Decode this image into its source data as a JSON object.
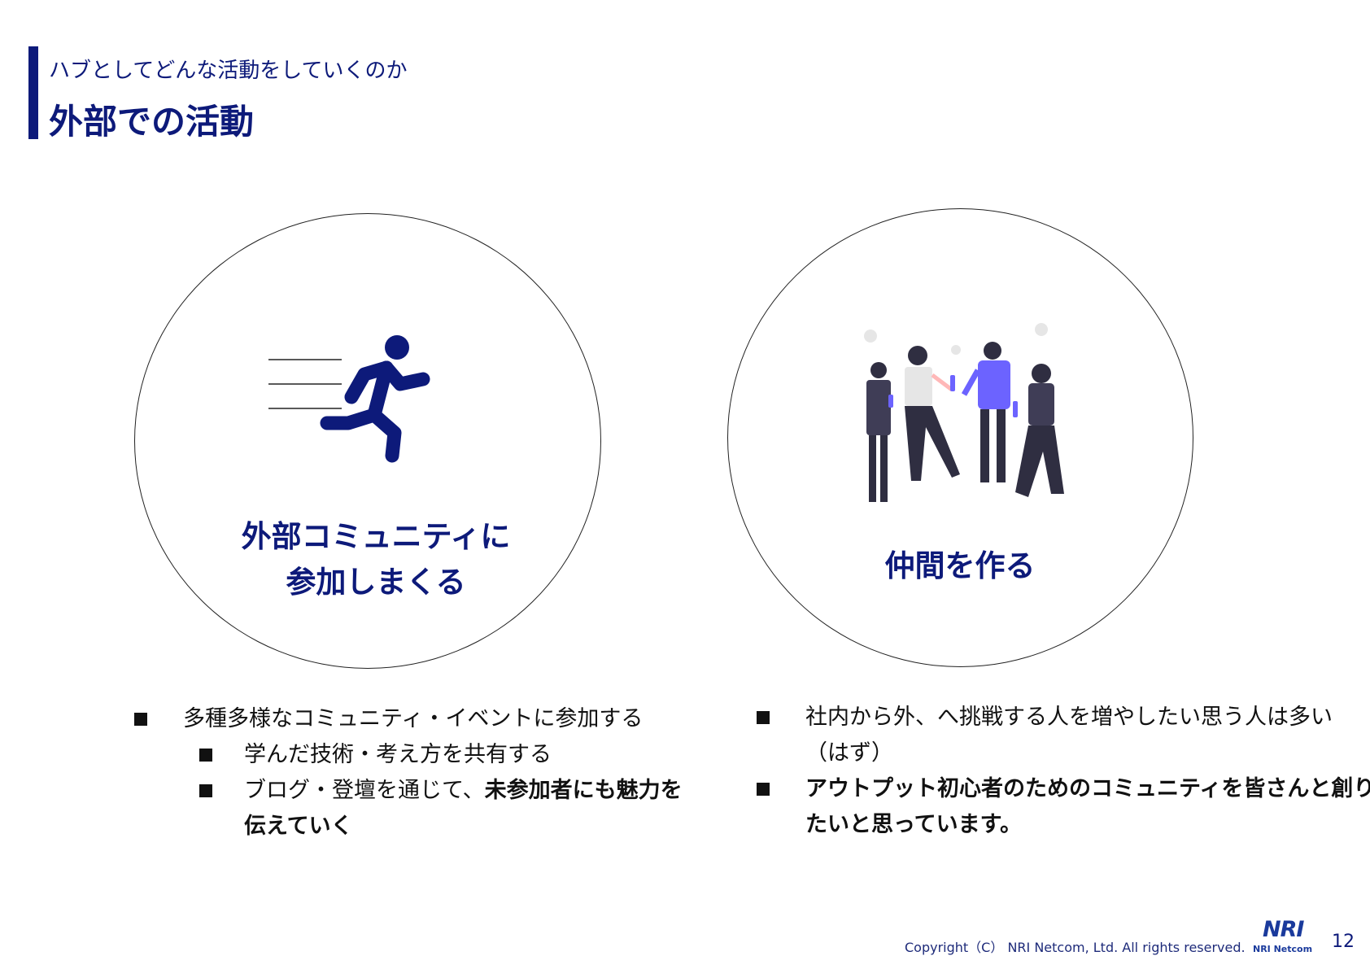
{
  "header": {
    "subtitle": "ハブとしてどんな活動をしていくのか",
    "title": "外部での活動"
  },
  "colors": {
    "accent": "#0d1a7a",
    "figure_purple": "#6c63ff",
    "figure_dark": "#2f2e41"
  },
  "left_circle": {
    "icon": "running-person-icon",
    "caption_line1": "外部コミュニティに",
    "caption_line2": "参加しまくる"
  },
  "right_circle": {
    "icon": "people-group-icon",
    "caption": "仲間を作る"
  },
  "left_bullets": {
    "item1": "多種多様なコミュニティ・イベントに参加する",
    "sub1": "学んだ技術・考え方を共有する",
    "sub2_plain": "ブログ・登壇を通じて、",
    "sub2_bold": "未参加者にも魅力を",
    "sub2_bold_cont": "伝えていく"
  },
  "right_bullets": {
    "item1_line1": "社内から外、へ挑戦する人を増やしたい思う人は多い",
    "item1_line2": "（はず）",
    "item2_line1": "アウトプット初心者のためのコミュニティを皆さんと創り",
    "item2_line2": "たいと思っています。"
  },
  "footer": {
    "copyright": "Copyright（C） NRI Netcom, Ltd. All rights reserved.",
    "logo_mark": "NRI",
    "logo_text": "NRI Netcom",
    "page_number": "12"
  }
}
